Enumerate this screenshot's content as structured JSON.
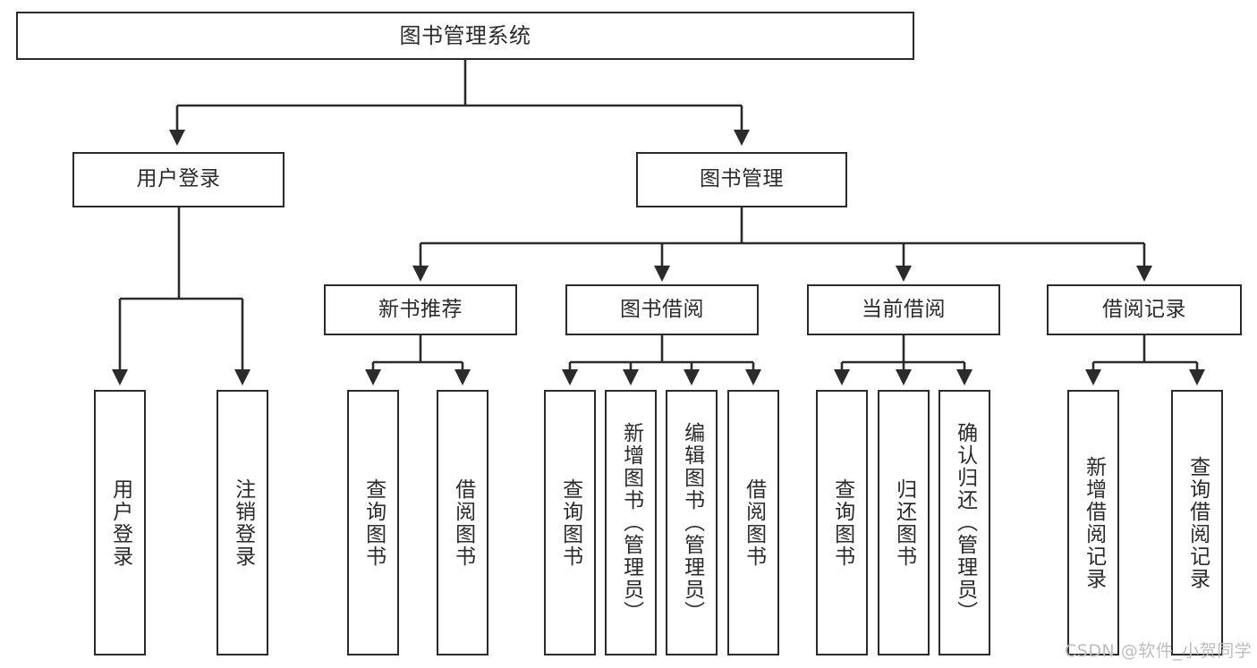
{
  "diagram": {
    "title": "图书管理系统",
    "type": "tree-hierarchy-diagram",
    "colors": {
      "background": "#ffffff",
      "node_border": "#2b2b2b",
      "node_fill": "#ffffff",
      "edge": "#2b2b2b",
      "text": "#2b2b2b",
      "watermark": "#bdbdbd"
    },
    "root": {
      "label": "图书管理系统"
    },
    "level2": [
      {
        "label": "用户登录"
      },
      {
        "label": "图书管理"
      }
    ],
    "level3": [
      {
        "label": "新书推荐"
      },
      {
        "label": "图书借阅"
      },
      {
        "label": "当前借阅"
      },
      {
        "label": "借阅记录"
      }
    ],
    "leaves": {
      "user_login": [
        {
          "label": "用户登录"
        },
        {
          "label": "注销登录"
        }
      ],
      "new_book_recommend": [
        {
          "label": "查询图书"
        },
        {
          "label": "借阅图书"
        }
      ],
      "book_borrow": [
        {
          "label": "查询图书"
        },
        {
          "label": "新增图书（管理员）"
        },
        {
          "label": "编辑图书（管理员）"
        },
        {
          "label": "借阅图书"
        }
      ],
      "current_borrow": [
        {
          "label": "查询图书"
        },
        {
          "label": "归还图书"
        },
        {
          "label": "确认归还（管理员）"
        }
      ],
      "borrow_record": [
        {
          "label": "新增借阅记录"
        },
        {
          "label": "查询借阅记录"
        }
      ]
    }
  },
  "watermark": {
    "text": "CSDN @软件_小贺同学"
  }
}
